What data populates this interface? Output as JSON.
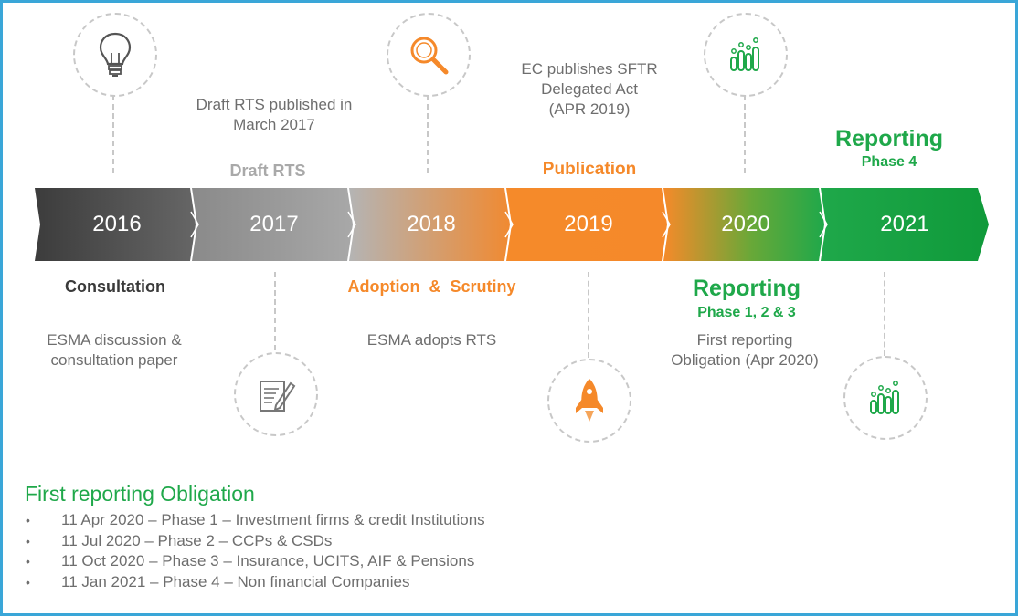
{
  "timeline": {
    "years": [
      "2016",
      "2017",
      "2018",
      "2019",
      "2020",
      "2021"
    ]
  },
  "labels": {
    "draft_rts": "Draft RTS",
    "publication": "Publication",
    "reporting_phase4_title": "Reporting",
    "reporting_phase4_sub": "Phase 4",
    "consultation": "Consultation",
    "adoption": "Adoption  &  Scrutiny",
    "reporting_123_title": "Reporting",
    "reporting_123_sub": "Phase 1, 2 & 3"
  },
  "notes": {
    "draft_rts_line1": "Draft RTS published  in",
    "draft_rts_line2": "March 2017",
    "ec_line1": "EC publishes  SFTR",
    "ec_line2": "Delegated  Act",
    "ec_line3": "(APR 2019)",
    "esma_disc_line1": "ESMA  discussion &",
    "esma_disc_line2": "consultation paper",
    "esma_adopts": "ESMA  adopts RTS",
    "first_rep_line1": "First reporting",
    "first_rep_line2": "Obligation  (Apr 2020)"
  },
  "icons": {
    "top_2016": "lightbulb-icon",
    "top_2018": "magnifier-icon",
    "top_2020": "bar-chart-icon",
    "bottom_2017": "document-pen-icon",
    "bottom_2019": "rocket-icon",
    "bottom_2021": "bar-chart-icon"
  },
  "obligations": {
    "title": "First reporting Obligation",
    "items": [
      "11 Apr 2020 – Phase 1 – Investment firms & credit Institutions",
      "11 Jul  2020 – Phase 2 – CCPs & CSDs",
      "11 Oct 2020 – Phase 3 – Insurance, UCITS, AIF & Pensions",
      "11 Jan 2021 – Phase 4 – Non financial  Companies"
    ]
  },
  "colors": {
    "border": "#3aa6d8",
    "gray_dark": "#4a4a4a",
    "gray_mid": "#a0a0a0",
    "orange": "#f5892a",
    "green": "#1fa84a",
    "text_gray": "#6e6e6e"
  }
}
